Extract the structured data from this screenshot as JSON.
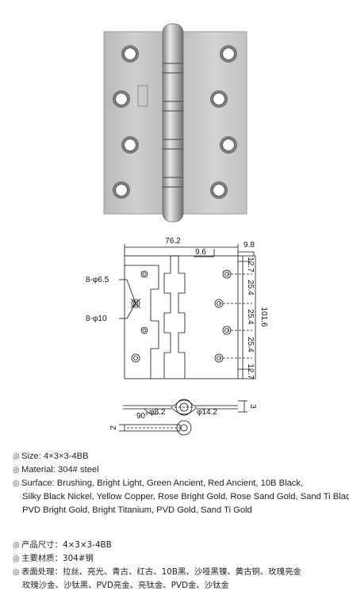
{
  "drawing": {
    "dim_width": "76.2",
    "dim_knuckle": "9.6",
    "dim_edge": "9.8",
    "dim_12_7_top": "12.7",
    "dim_25_4_a": "25.4",
    "dim_25_4_b": "25.4",
    "dim_25_4_c": "25.4",
    "dim_12_7_bottom": "12.7",
    "dim_height": "101.6",
    "hole_small": "8-φ6.5",
    "hole_large": "8-φ10",
    "thickness": "3",
    "angle": "90°",
    "pin_dia": "φ8.2",
    "knuckle_dia": "φ14.2",
    "side_thickness": "2"
  },
  "specs_en": {
    "size": "Size: 4×3×3-4BB",
    "material": "Material: 304# steel",
    "surface_1": "Surface: Brushing, Bright Light, Green Ancient, Red Ancient, 10B Black,",
    "surface_2": "Silky Black Nickel, Yellow Copper, Rose Bright Gold, Rose Sand Gold, Sand Ti Black,",
    "surface_3": "PVD Bright Gold, Bright Titanium, PVD Gold, Sand Ti Gold"
  },
  "specs_cn": {
    "size": "产品尺寸：4×3×3-4BB",
    "material": "主要材质：304#钢",
    "surface_1": "表面处理：拉丝、亮光、青古、红古、10B黑、沙哑黑镍、黄古铜、玫瑰亮金",
    "surface_2": "玫瑰沙金、沙钛黑、PVD亮金、亮钛金、PVD金、沙钛金"
  },
  "colors": {
    "steel_light": "#c9c9c9",
    "steel_dark": "#9a9a9a",
    "line": "#111111"
  }
}
